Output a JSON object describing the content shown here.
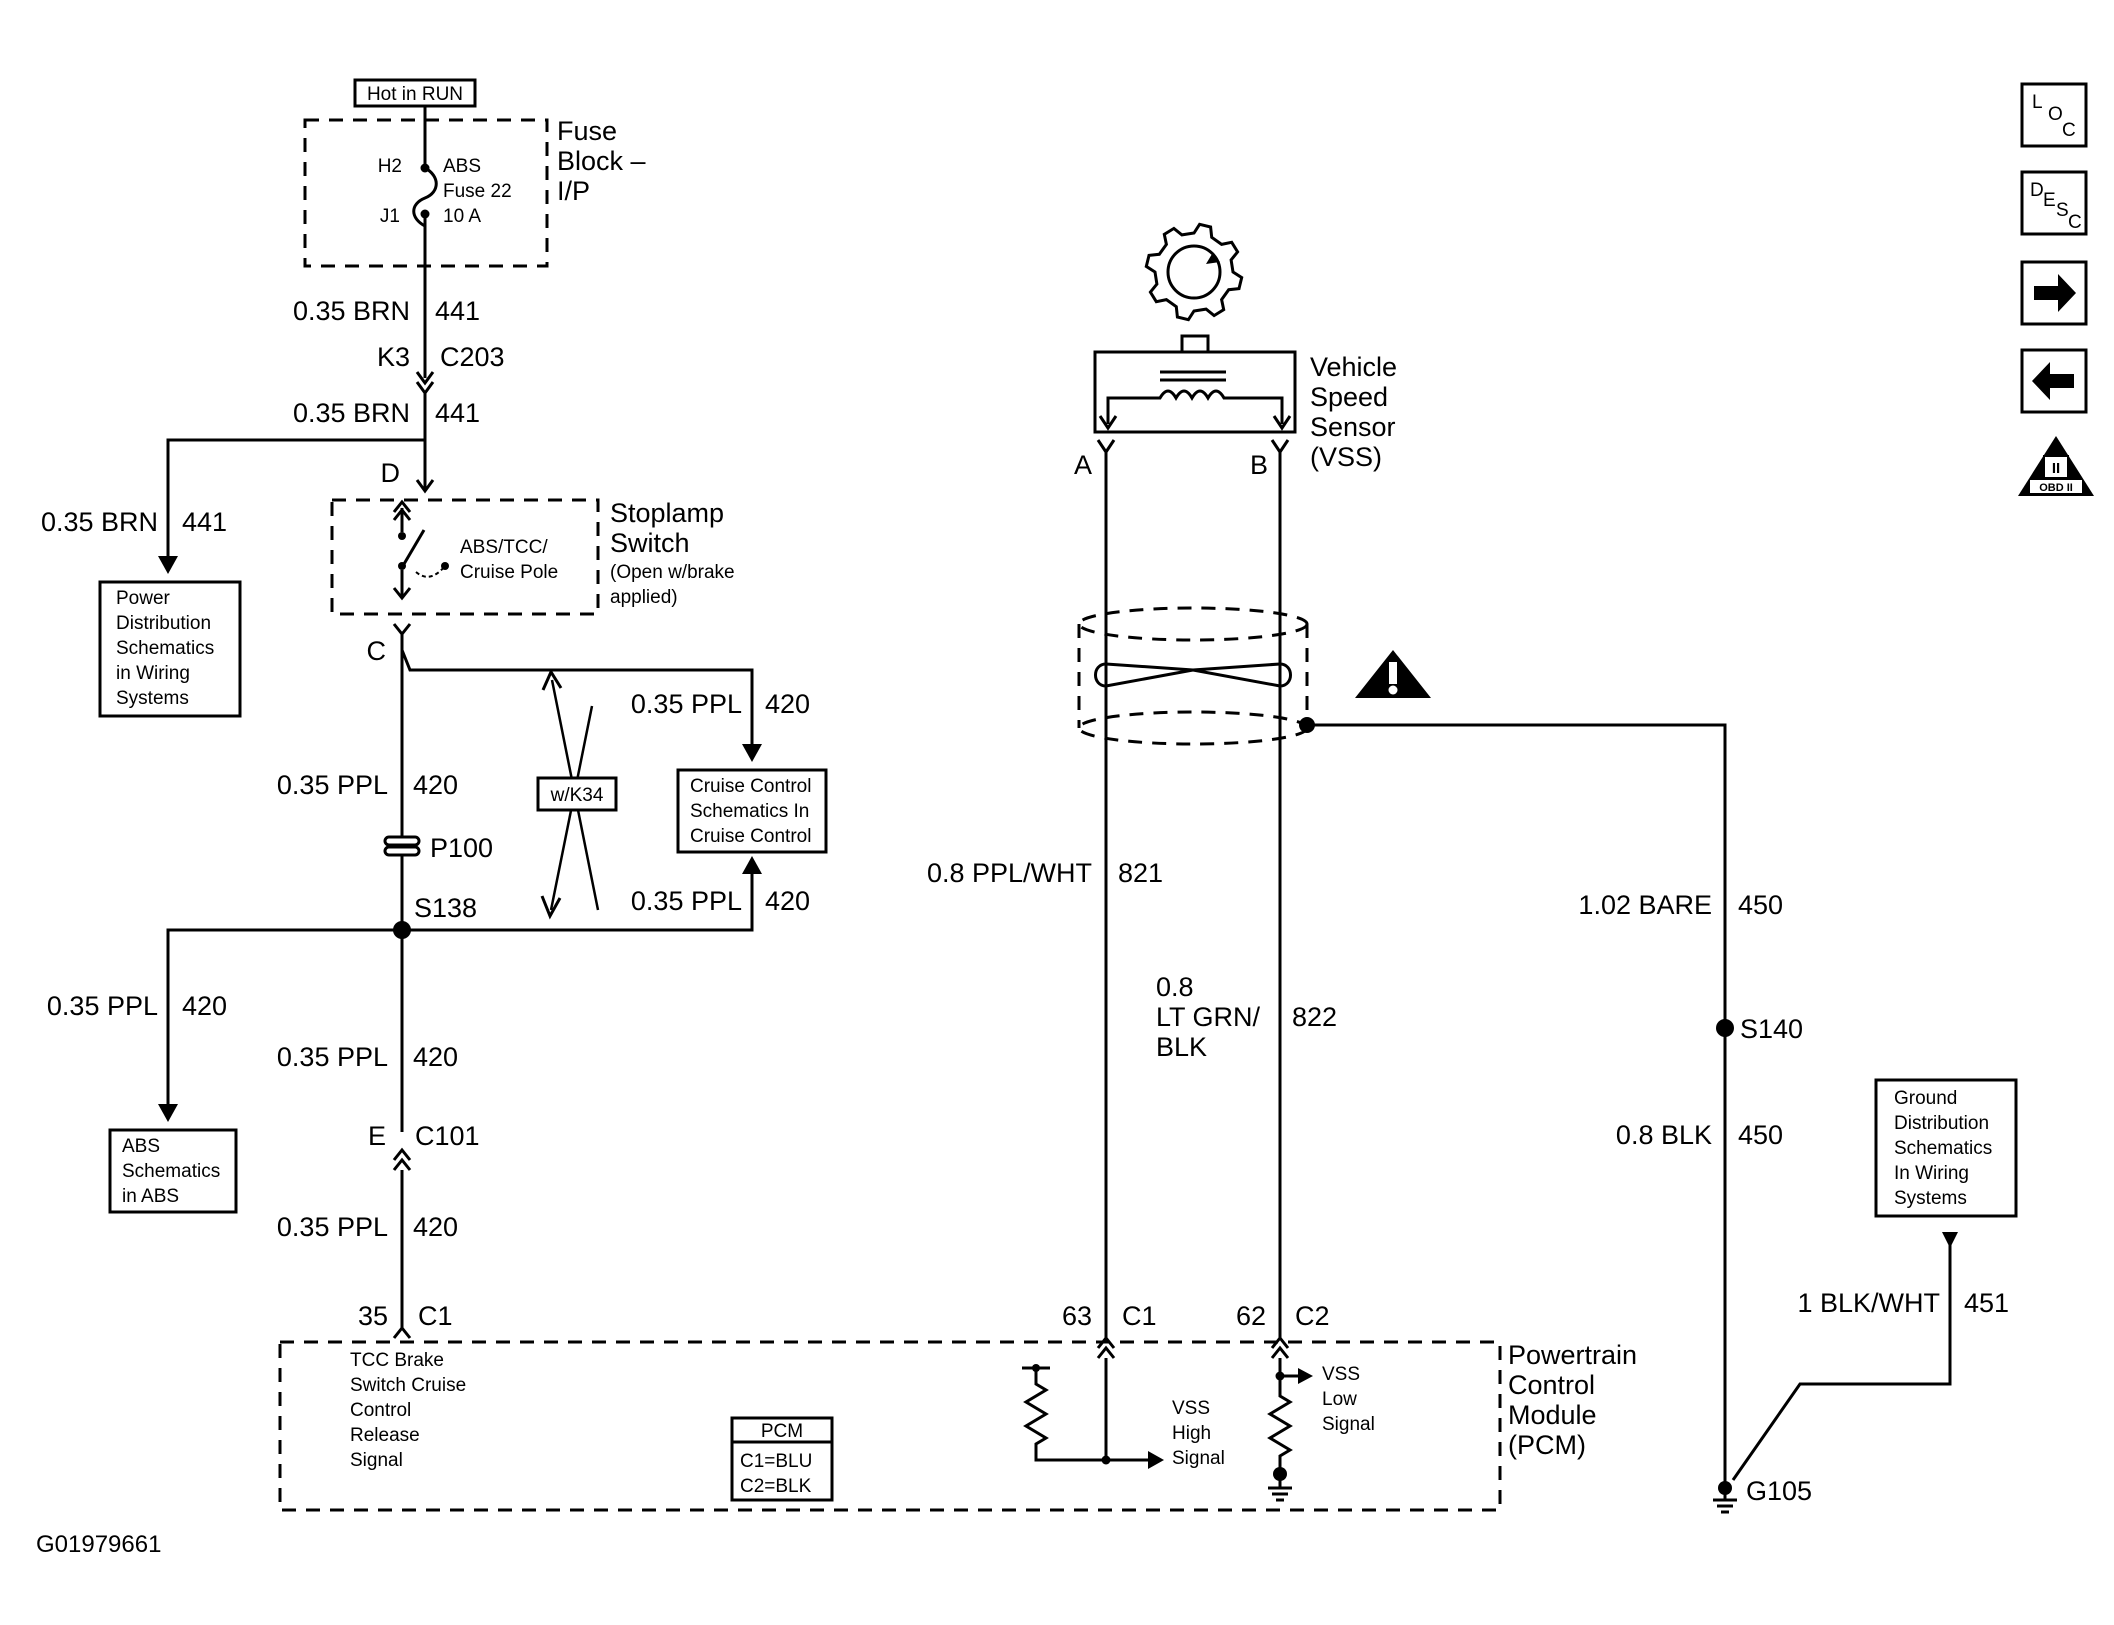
{
  "figure_id": "G01979661",
  "top": {
    "hot_in_run": "Hot in RUN",
    "fuse_block_lines": [
      "Fuse",
      "Block –",
      "I/P"
    ],
    "fuse_h": "H2",
    "fuse_j": "J1",
    "fuse_label_lines": [
      "ABS",
      "Fuse 22",
      "10 A"
    ]
  },
  "wires": {
    "w441_upper_gauge": "0.35 BRN",
    "w441_upper_circuit": "441",
    "k3": "K3",
    "c203": "C203",
    "w441_mid_gauge": "0.35 BRN",
    "w441_mid_circuit": "441",
    "d": "D",
    "w441_left_gauge": "0.35 BRN",
    "w441_left_circuit": "441",
    "c": "C",
    "w420_a_gauge": "0.35 PPL",
    "w420_a_circuit": "420",
    "p100": "P100",
    "s138": "S138",
    "w420_cruise1_gauge": "0.35 PPL",
    "w420_cruise1_circuit": "420",
    "w420_cruise2_gauge": "0.35 PPL",
    "w420_cruise2_circuit": "420",
    "w420_abs_gauge": "0.35 PPL",
    "w420_abs_circuit": "420",
    "w420_b_gauge": "0.35 PPL",
    "w420_b_circuit": "420",
    "e": "E",
    "c101": "C101",
    "w420_c_gauge": "0.35 PPL",
    "w420_c_circuit": "420",
    "pin35": "35",
    "c1_left": "C1",
    "wk34": "w/K34"
  },
  "stoplamp": {
    "title_lines": [
      "Stoplamp",
      "Switch"
    ],
    "note_lines": [
      "(Open w/brake",
      "applied)"
    ],
    "pole_lines": [
      "ABS/TCC/",
      "Cruise Pole"
    ]
  },
  "boxes": {
    "power_dist": [
      "Power",
      "Distribution",
      "Schematics",
      "in Wiring",
      "Systems"
    ],
    "cruise_control": [
      "Cruise Control",
      "Schematics In",
      "Cruise Control"
    ],
    "abs": [
      "ABS",
      "Schematics",
      "in ABS"
    ],
    "ground_dist": [
      "Ground",
      "Distribution",
      "Schematics",
      "In Wiring",
      "Systems"
    ]
  },
  "vss": {
    "title_lines": [
      "Vehicle",
      "Speed",
      "Sensor",
      "(VSS)"
    ],
    "pin_a": "A",
    "pin_b": "B",
    "w821_gauge": "0.8 PPL/WHT",
    "w821_circuit": "821",
    "w822_gauge_lines": [
      "0.8",
      "LT GRN/",
      "BLK"
    ],
    "w822_circuit": "822",
    "pin63": "63",
    "c1": "C1",
    "pin62": "62",
    "c2": "C2"
  },
  "ground": {
    "w450_upper_gauge": "1.02 BARE",
    "w450_upper_circuit": "450",
    "s140": "S140",
    "w450_lower_gauge": "0.8 BLK",
    "w450_lower_circuit": "450",
    "w451_gauge": "1 BLK/WHT",
    "w451_circuit": "451",
    "g105": "G105"
  },
  "pcm": {
    "title_lines": [
      "Powertrain",
      "Control",
      "Module",
      "(PCM)"
    ],
    "signal_lines": [
      "TCC Brake",
      "Switch Cruise",
      "Control",
      "Release",
      "Signal"
    ],
    "vss_high_lines": [
      "VSS",
      "High",
      "Signal"
    ],
    "vss_low_lines": [
      "VSS",
      "Low",
      "Signal"
    ],
    "legend_title": "PCM",
    "legend_c1": "C1=BLU",
    "legend_c2": "C2=BLK"
  },
  "nav": {
    "loc": [
      "L",
      "O",
      "C"
    ],
    "desc": [
      "D",
      "E",
      "S",
      "C"
    ],
    "obd": "OBD II",
    "obd_numeral": "II"
  },
  "icons": [
    "loc-icon",
    "desc-icon",
    "arrow-right-icon",
    "arrow-left-icon",
    "obd-ii-icon",
    "warning-icon",
    "rotation-sensor-icon"
  ]
}
